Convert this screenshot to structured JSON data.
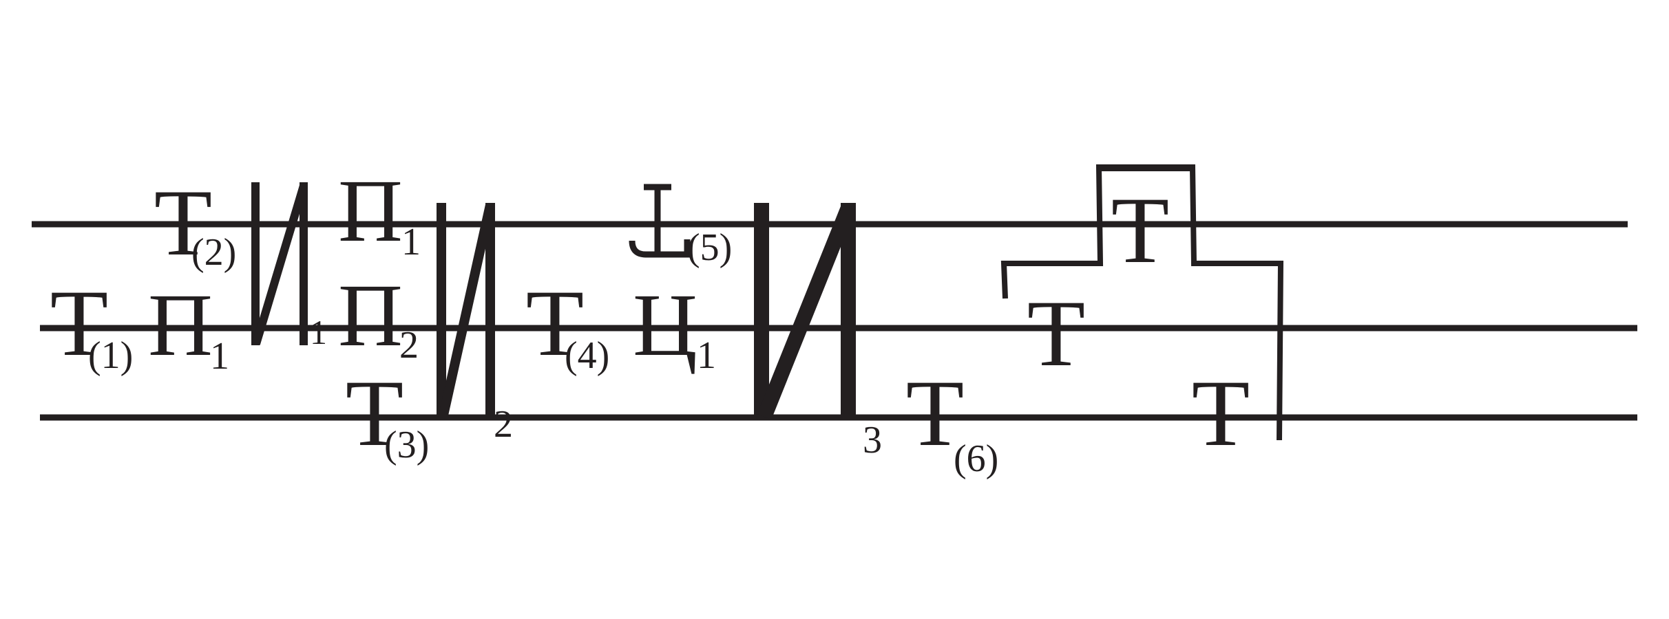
{
  "colors": {
    "ink": "#231f20",
    "background": "#ffffff"
  },
  "symbols": {
    "t": "T",
    "pi": "Π",
    "tse": "Ц",
    "l_hook": "L"
  },
  "labels": {
    "t1": "(1)",
    "t2": "(2)",
    "t3": "(3)",
    "t4": "(4)",
    "t5": "(5)",
    "t6": "(6)",
    "pi_a": "1",
    "pi_b": "1",
    "pi_c": "2",
    "tse": "1",
    "i1": "1",
    "i2": "2",
    "i3": "3"
  }
}
